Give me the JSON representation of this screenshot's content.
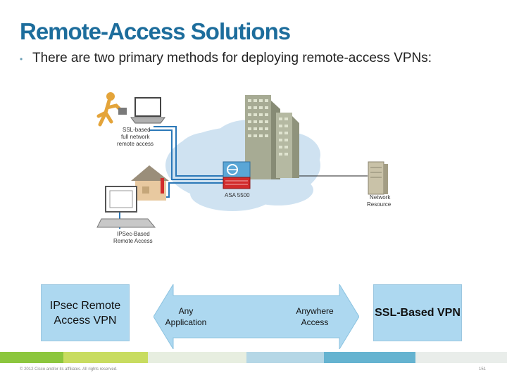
{
  "slide": {
    "title": "Remote-Access Solutions",
    "bullet": "There are two primary methods for deploying remote-access VPNs:"
  },
  "diagram": {
    "labels": {
      "ssl_line1": "SSL-based",
      "ssl_line2": "full network",
      "ssl_line3": "remote access",
      "ipsec_line1": "IPSec-Based",
      "ipsec_line2": "Remote Access",
      "asa": "ASA 5500",
      "network_line1": "Network",
      "network_line2": "Resource"
    },
    "colors": {
      "cloud": "#cfe2f1",
      "building": "#a7ab94",
      "asa_top": "#5aa6d6",
      "asa_bottom": "#d22b2b",
      "line_blue": "#2b78b8"
    }
  },
  "boxes": {
    "ipsec": "IPsec Remote Access VPN",
    "ssl": "SSL-Based VPN"
  },
  "arrow": {
    "left_text": "Any Application",
    "right_text": "Anywhere Access",
    "fill": "#add8f0"
  },
  "footer": {
    "copyright": "© 2012 Cisco and/or its affiliates. All rights reserved.",
    "page": "151"
  },
  "stripe_colors": [
    "#8cc63e",
    "#c8dc60",
    "#e7eee0",
    "#b5d7e6",
    "#65b3d0",
    "#e9edea"
  ]
}
